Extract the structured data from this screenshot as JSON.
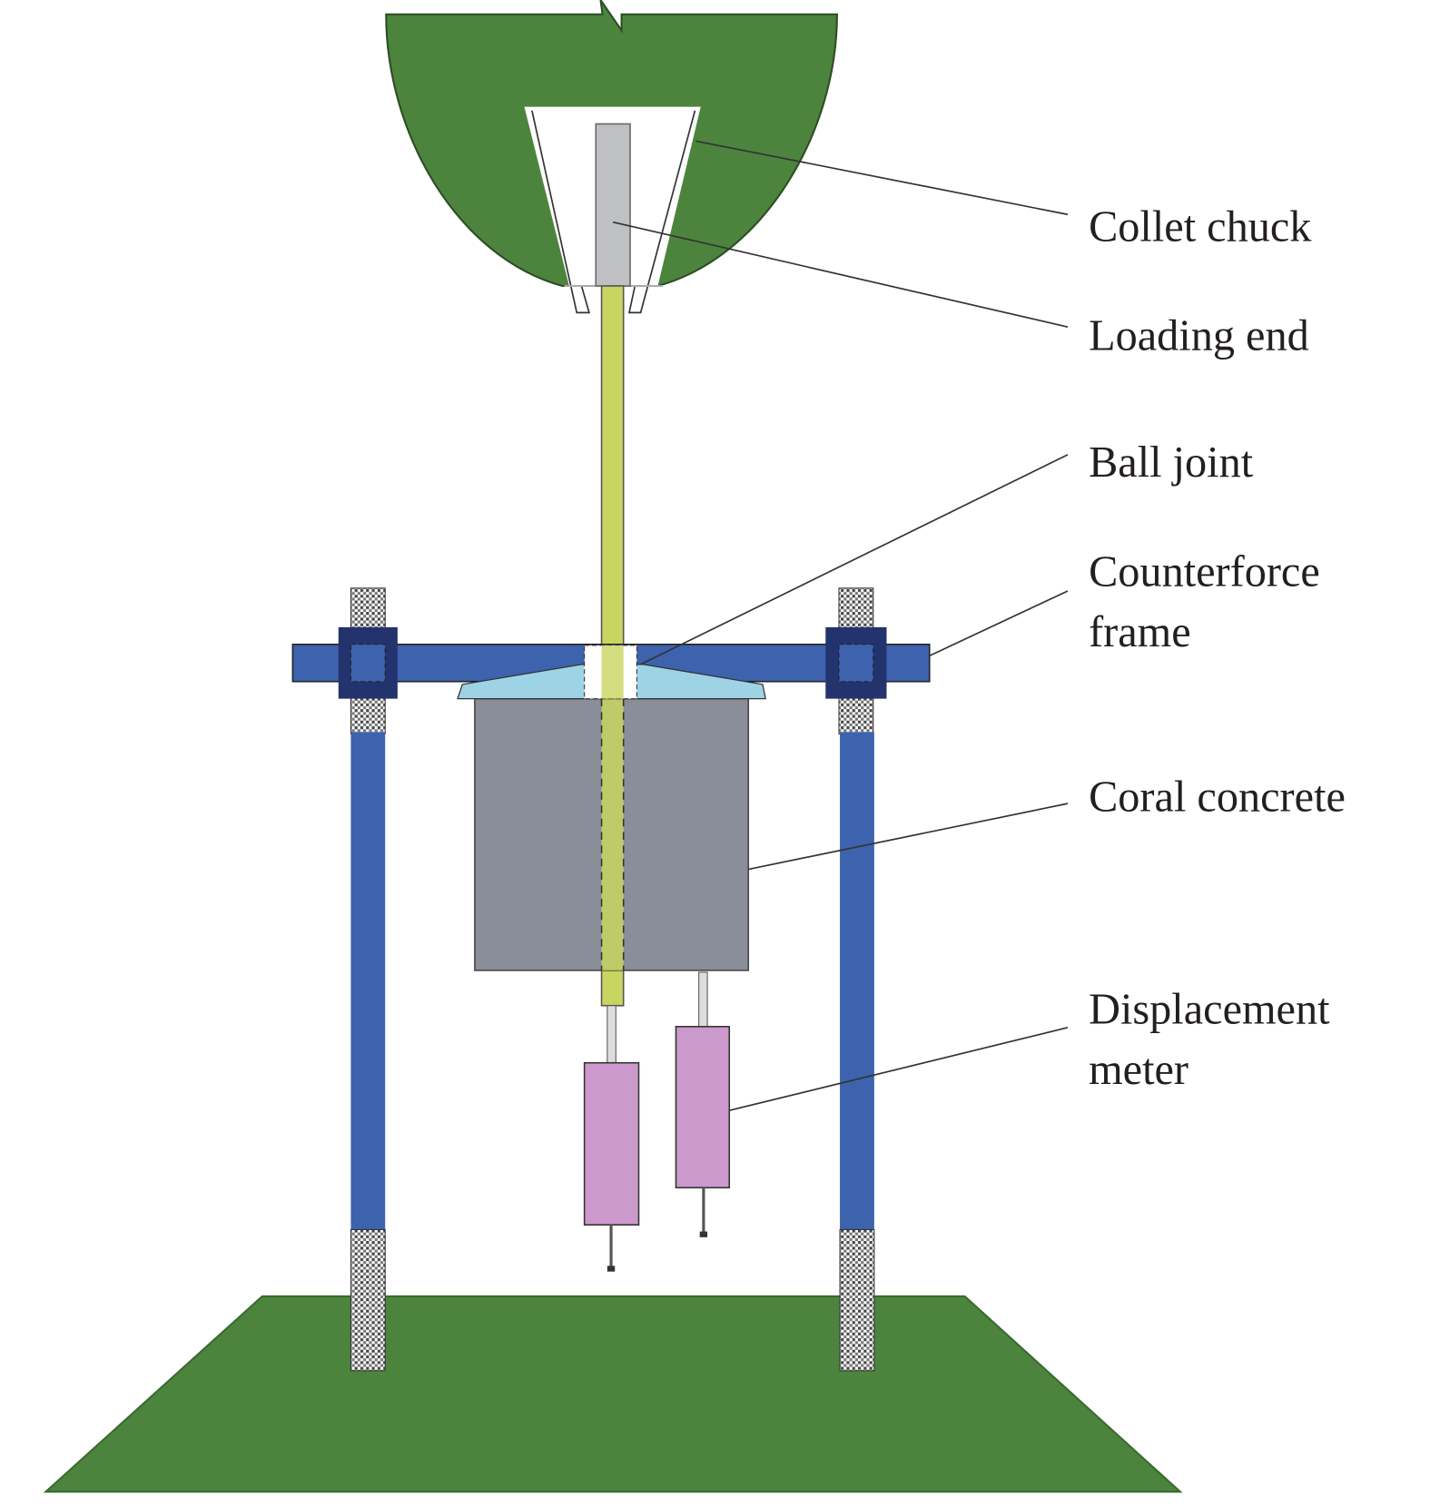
{
  "labels": {
    "collet_chuck": "Collet chuck",
    "loading_end": "Loading end",
    "ball_joint": "Ball joint",
    "counterforce_frame_line1": "Counterforce",
    "counterforce_frame_line2": "frame",
    "coral_concrete": "Coral concrete",
    "displacement_meter_line1": "Displacement",
    "displacement_meter_line2": "meter"
  },
  "colors": {
    "chuck_green": "#4c843d",
    "base_green": "#4c843d",
    "frame_blue": "#3d63ae",
    "nut_navy": "#23336d",
    "rod_yellow": "#c8d560",
    "loading_end_gray": "#bfc0c4",
    "concrete_gray": "#8a8e99",
    "ball_joint_blue": "#9ed3e6",
    "meter_pink": "#cc99cc"
  }
}
